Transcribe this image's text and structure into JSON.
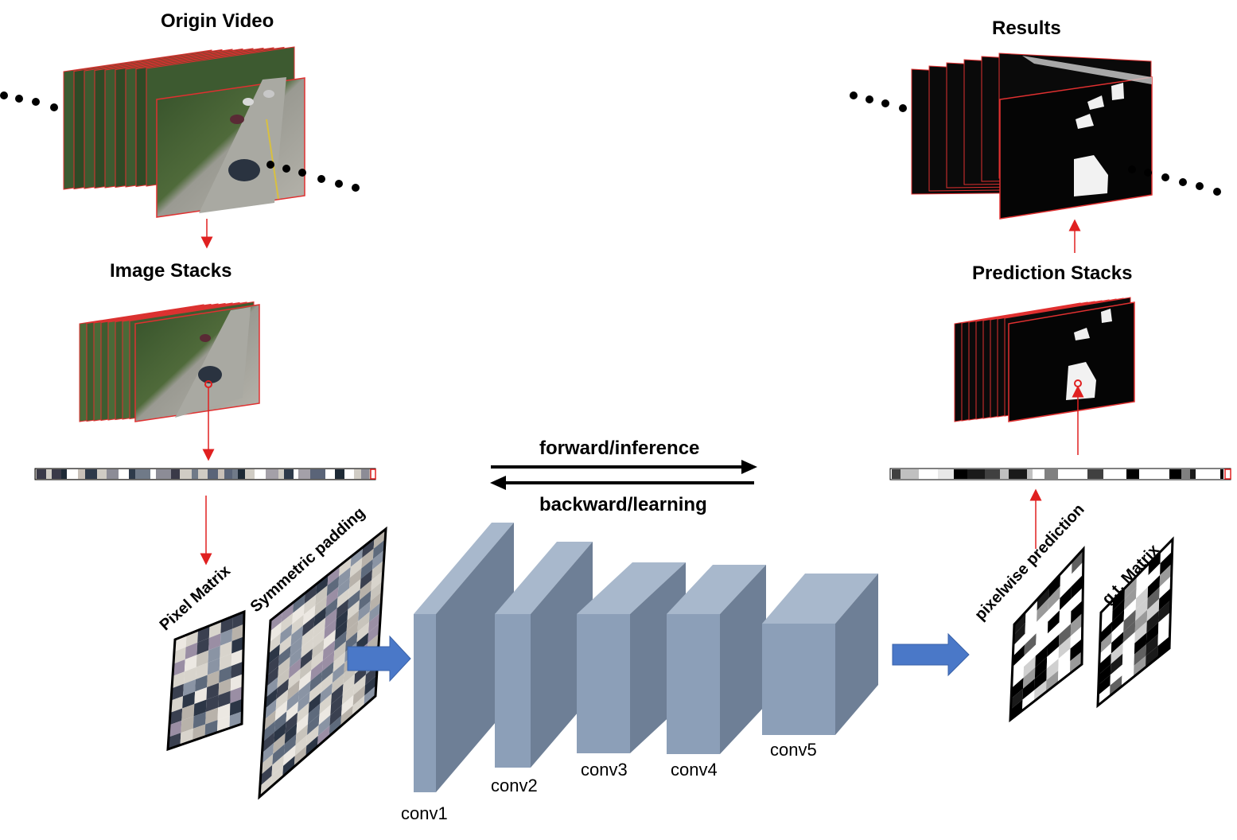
{
  "diagram": {
    "titles": {
      "origin_video": "Origin Video",
      "image_stacks": "Image Stacks",
      "results": "Results",
      "prediction_stacks": "Prediction Stacks"
    },
    "arrows": {
      "forward": "forward/inference",
      "backward": "backward/learning"
    },
    "matrices": {
      "pixel_matrix": "Pixel Matrix",
      "symmetric_padding": "Symmetric padding",
      "pixelwise_prediction": "pixelwise prediction",
      "gt_matrix": "g.t. Matrix"
    },
    "layers": [
      "conv1",
      "conv2",
      "conv3",
      "conv4",
      "conv5"
    ],
    "colors": {
      "frame_border": "#e03030",
      "arrow_red": "#e02020",
      "block_front": "#8c9fb8",
      "block_side": "#6e7f96",
      "block_top": "#a8b8cc",
      "blue_arrow": "#4a78c8"
    }
  }
}
